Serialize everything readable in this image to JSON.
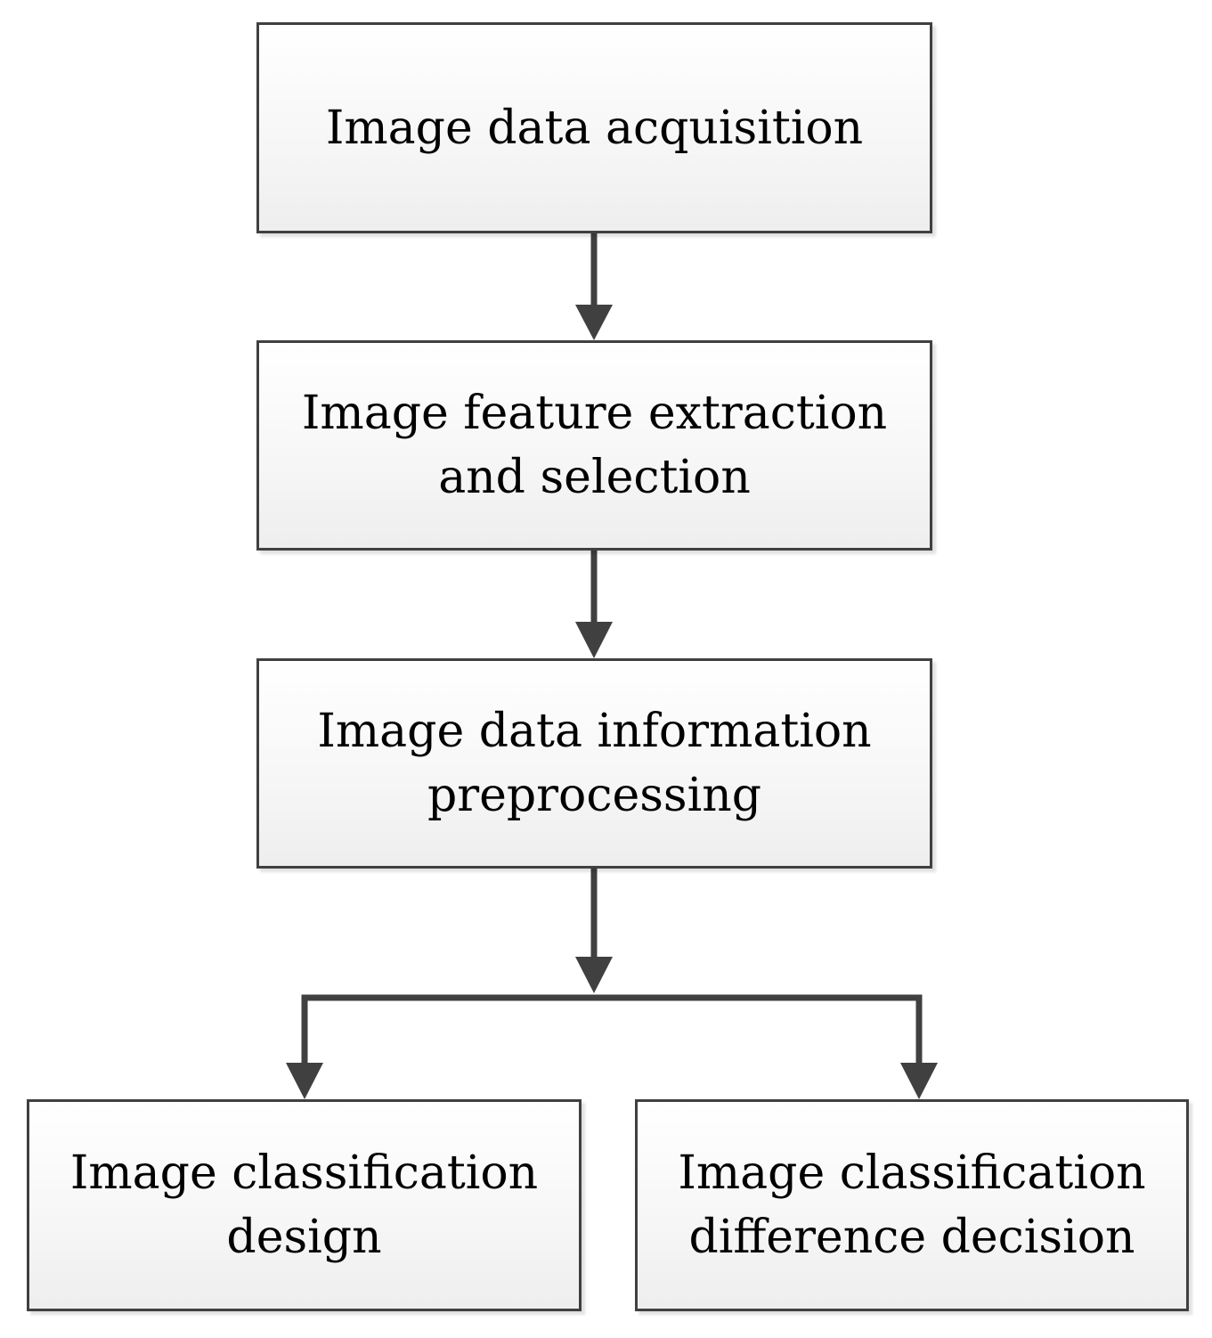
{
  "diagram": {
    "nodes": [
      {
        "id": "n1",
        "label": "Image data acquisition"
      },
      {
        "id": "n2",
        "label": "Image feature extraction\nand selection"
      },
      {
        "id": "n3",
        "label": "Image data information\npreprocessing"
      },
      {
        "id": "n4",
        "label": "Image classification\ndesign"
      },
      {
        "id": "n5",
        "label": "Image classification\ndifference decision"
      }
    ],
    "edges": [
      {
        "from": "n1",
        "to": "n2"
      },
      {
        "from": "n2",
        "to": "n3"
      },
      {
        "from": "n3",
        "to": "n4"
      },
      {
        "from": "n3",
        "to": "n5"
      }
    ],
    "colors": {
      "stroke": "#404040",
      "box_fill_top": "#ffffff",
      "box_fill_bottom": "#eeeeee"
    }
  }
}
